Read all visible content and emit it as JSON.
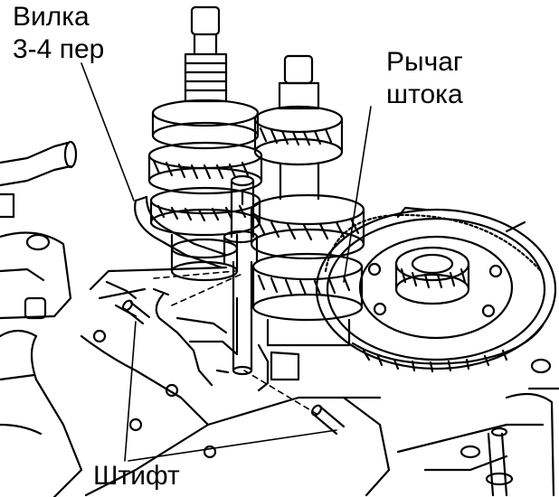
{
  "labels": {
    "fork_line1": "Вилка",
    "fork_line2": "3-4 пер",
    "lever_line1": "Рычаг",
    "lever_line2": "штока",
    "pin": "Штифт"
  },
  "colors": {
    "ink": "#000000",
    "paper": "#ffffff"
  }
}
